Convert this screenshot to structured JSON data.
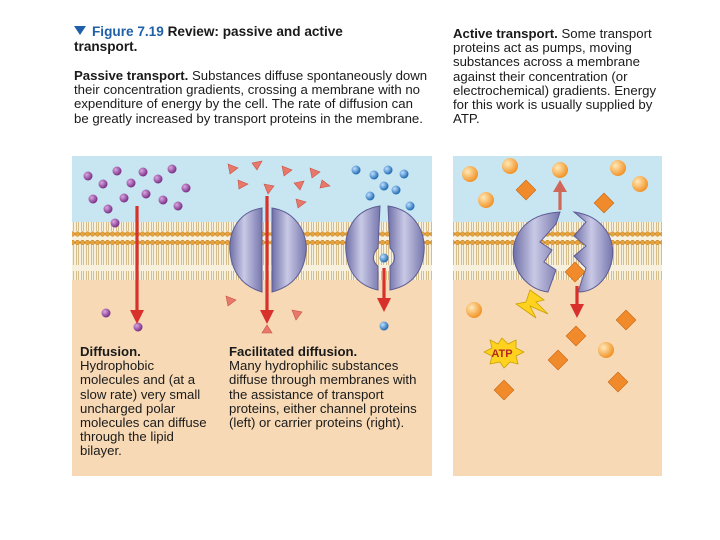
{
  "figure": {
    "number": "Figure 7.19",
    "title": "Review: passive and active transport."
  },
  "passive": {
    "heading": "Passive transport.",
    "body": "Substances diffuse spontaneously down their concentration gradients, crossing a membrane with no expenditure of energy by the cell. The rate of diffusion can be greatly increased by transport proteins in the membrane."
  },
  "active": {
    "heading": "Active transport.",
    "body": "Some transport proteins act as pumps, moving substances across a membrane against their concentration (or electrochemical) gradients. Energy for this work is usually supplied by ATP.",
    "atp_label": "ATP"
  },
  "diffusion": {
    "heading": "Diffusion.",
    "body": "Hydrophobic molecules and (at a slow rate) very small uncharged polar molecules can diffuse through the lipid bilayer."
  },
  "facilitated": {
    "heading": "Facilitated diffusion.",
    "body": "Many hydrophilic substances diffuse through membranes with the assistance of transport proteins, either channel proteins (left) or carrier proteins (right)."
  },
  "colors": {
    "extracellular": "#c8e6f2",
    "cytoplasm": "#f7d9b5",
    "arrow": "#d8312b",
    "purple_molecule": "#8c3f97",
    "triangle": "#e8786a",
    "blue_molecule": "#2f7fc8",
    "orange_ball": "#f6a93b",
    "orange_diamond": "#f08a2a",
    "protein": "#9c9cc8",
    "atp_star": "#ffd21f"
  }
}
